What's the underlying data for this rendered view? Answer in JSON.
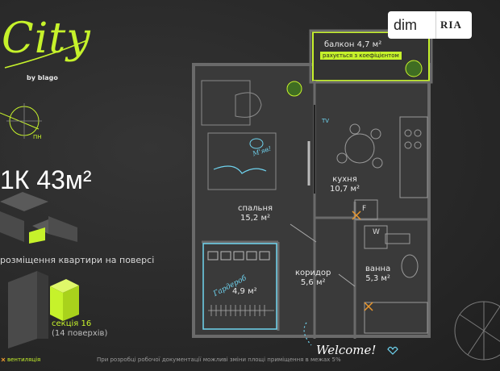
{
  "brand": {
    "logo_text": "City",
    "logo_sub": "by blago",
    "watermark_dim": "dim",
    "watermark_ria": "RIA"
  },
  "unit": {
    "type_label": "1К 43м²",
    "floor_position_label": "розміщення квартири на поверсі",
    "section_label": "секція 16",
    "floors_label": "(14 поверхів)"
  },
  "compass": {
    "label": "ПН",
    "icon": "compass-icon"
  },
  "rooms": {
    "balcony": {
      "name": "балкон",
      "area": "4,7 м²",
      "note": "рахується з коефіцієнтом"
    },
    "kitchen": {
      "name": "кухня",
      "area": "10,7 м²"
    },
    "bedroom": {
      "name": "спальня",
      "area": "15,2 м²"
    },
    "corridor": {
      "name": "коридор",
      "area": "5,6 м²"
    },
    "bathroom": {
      "name": "ванна",
      "area": "5,3 м²"
    },
    "wardrobe": {
      "name": "Гардероб",
      "area": "4,9 м²"
    }
  },
  "annotations": {
    "tv": "TV",
    "f_label": "F",
    "w_label": "W",
    "cozy": "М'яв!",
    "welcome": "Welcome!"
  },
  "footer": {
    "legend": "вентиляція",
    "disclaimer": "При розробці робочої документації можливі зміни площі приміщення в межах 5%"
  },
  "colors": {
    "accent": "#c6f22b",
    "cyan": "#6fd4f0",
    "background": "#2b2b2b",
    "wall": "#4a4a4a",
    "vent": "#e8962e"
  }
}
